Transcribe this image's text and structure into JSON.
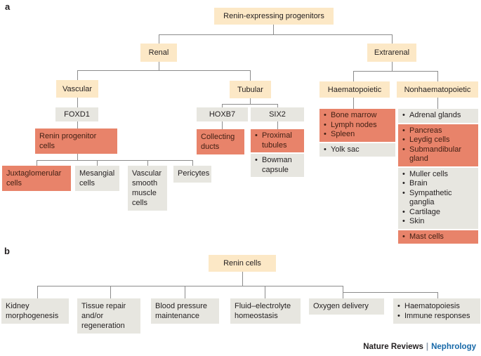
{
  "figure": {
    "panel_a_label": "a",
    "panel_b_label": "b"
  },
  "footer": {
    "brand": "Nature Reviews",
    "divider": "|",
    "journal": "Nephrology"
  },
  "colors": {
    "category_box": "#fce8c6",
    "highlight_box": "#e8836a",
    "plain_box": "#e7e6e0",
    "connector": "#8c8c8c",
    "journal_accent": "#1668a8",
    "text": "#231f20"
  },
  "panel_a": {
    "root": "Renin-expressing progenitors",
    "renal": "Renal",
    "extrarenal": "Extrarenal",
    "vascular": "Vascular",
    "tubular": "Tubular",
    "haematopoietic": "Haematopoietic",
    "nonhaematopoietic": "Nonhaematopoietic",
    "foxd1": "FOXD1",
    "hoxb7": "HOXB7",
    "six2": "SIX2",
    "renin_progenitor_cells": "Renin progenitor cells",
    "juxtaglomerular_cells": "Juxtaglomerular cells",
    "mesangial_cells": "Mesangial cells",
    "vascular_smooth_muscle_cells": "Vascular smooth muscle cells",
    "pericytes": "Pericytes",
    "collecting_ducts": "Collecting ducts",
    "six2_highlight": [
      "Proximal tubules"
    ],
    "six2_other": [
      "Bowman capsule"
    ],
    "haematopoietic_highlight": [
      "Bone marrow",
      "Lymph nodes",
      "Spleen"
    ],
    "haematopoietic_other": [
      "Yolk sac"
    ],
    "nonhaematopoietic_other_1": [
      "Adrenal glands"
    ],
    "nonhaematopoietic_highlight_1": [
      "Pancreas",
      "Leydig cells",
      "Submandibular gland"
    ],
    "nonhaematopoietic_other_2": [
      "Muller cells",
      "Brain",
      "Sympathetic ganglia",
      "Cartilage",
      "Skin"
    ],
    "nonhaematopoietic_highlight_2": [
      "Mast cells"
    ]
  },
  "panel_b": {
    "root": "Renin cells",
    "kidney_morphogenesis": "Kidney morphogenesis",
    "tissue_repair": "Tissue repair and/or regeneration",
    "blood_pressure": "Blood pressure maintenance",
    "fluid_electrolyte": "Fluid–electrolyte homeostasis",
    "oxygen_delivery": "Oxygen delivery",
    "haematopoiesis_immune": [
      "Haematopoiesis",
      "Immune responses"
    ]
  }
}
